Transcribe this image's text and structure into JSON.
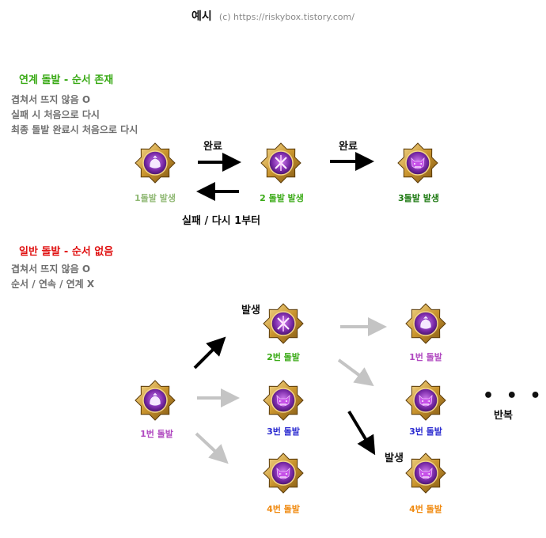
{
  "header": {
    "title": "예시",
    "source": "(c) https://riskybox.tistory.com/"
  },
  "section1": {
    "title": "연계 돌발 - 순서 존재",
    "title_color": "#3aaa16",
    "notes": [
      "겹쳐서 뜨지 않음 O",
      "실패 시 처음으로 다시",
      "최종 돌발 완료시 처음으로 다시"
    ],
    "nodes": [
      {
        "label": "1돌발 발생",
        "color": "#8fb873",
        "icon": "bag-icon"
      },
      {
        "label": "2 돌발 발생",
        "color": "#3aaa16",
        "icon": "crossed-spears-icon"
      },
      {
        "label": "3돌발 발생",
        "color": "#1e7a12",
        "icon": "demon-face-icon"
      }
    ],
    "arrow_complete_1": "완료",
    "arrow_complete_2": "완료",
    "arrow_fail": "실패 / 다시 1부터"
  },
  "section2": {
    "title": "일반 돌발 - 순서 없음",
    "title_color": "#e01010",
    "notes": [
      "겹쳐서 뜨지 않음 O",
      "순서 / 연속 / 연계 X"
    ],
    "occur_label_1": "발생",
    "occur_label_2": "발생",
    "nodes": {
      "start": {
        "label": "1번 돌발",
        "color": "#b048c0",
        "icon": "bag-icon"
      },
      "mid_top": {
        "label": "2번 돌발",
        "color": "#3aaa16",
        "icon": "crossed-spears-icon"
      },
      "mid_mid": {
        "label": "3번 돌발",
        "color": "#2a2ad0",
        "icon": "demon-face-icon"
      },
      "mid_bot": {
        "label": "4번 돌발",
        "color": "#f08a10",
        "icon": "demon-face-icon"
      },
      "end_top": {
        "label": "1번 돌발",
        "color": "#b048c0",
        "icon": "bag-icon"
      },
      "end_mid": {
        "label": "3번 돌발",
        "color": "#2a2ad0",
        "icon": "demon-face-icon"
      },
      "end_bot": {
        "label": "4번 돌발",
        "color": "#f08a10",
        "icon": "demon-face-icon"
      }
    },
    "repeat_dots": "• • •",
    "repeat_label": "반복"
  },
  "colors": {
    "arrow_active": "#000000",
    "arrow_inactive": "#c4c4c4"
  }
}
